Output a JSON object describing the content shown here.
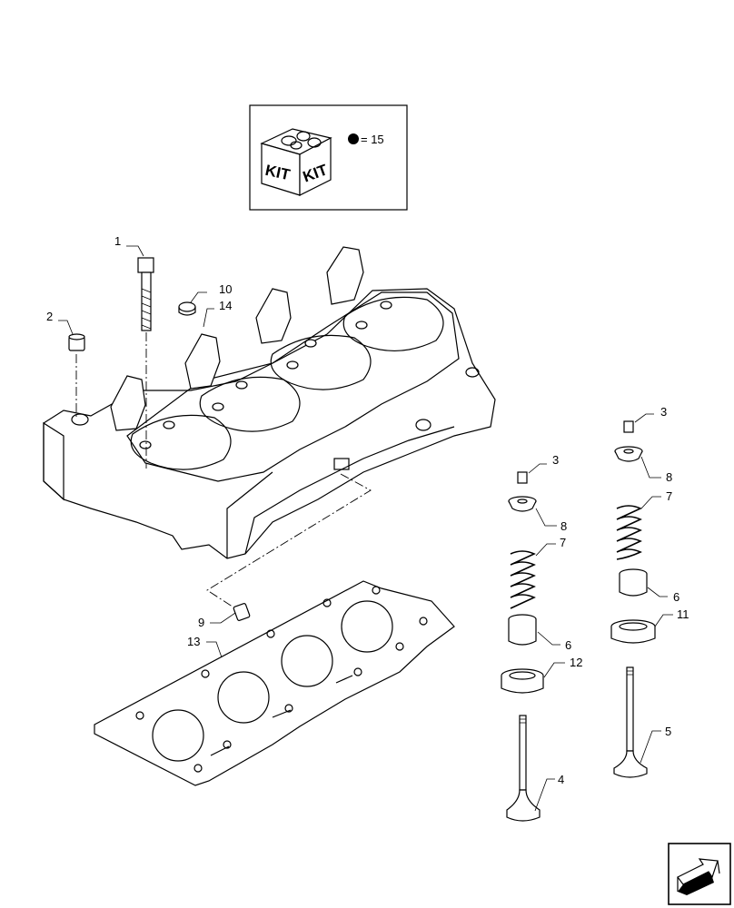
{
  "kit_box": {
    "top_text": "KIT",
    "side_text": "KIT",
    "equals_label": "= 15"
  },
  "callouts": [
    {
      "id": "c1",
      "text": "1"
    },
    {
      "id": "c2",
      "text": "2"
    },
    {
      "id": "c10",
      "text": "10"
    },
    {
      "id": "c14",
      "text": "14"
    },
    {
      "id": "c3a",
      "text": "3"
    },
    {
      "id": "c3b",
      "text": "3"
    },
    {
      "id": "c8a",
      "text": "8"
    },
    {
      "id": "c8b",
      "text": "8"
    },
    {
      "id": "c7a",
      "text": "7"
    },
    {
      "id": "c7b",
      "text": "7"
    },
    {
      "id": "c6a",
      "text": "6"
    },
    {
      "id": "c6b",
      "text": "6"
    },
    {
      "id": "c11",
      "text": "11"
    },
    {
      "id": "c12",
      "text": "12"
    },
    {
      "id": "c5",
      "text": "5"
    },
    {
      "id": "c4",
      "text": "4"
    },
    {
      "id": "c9",
      "text": "9"
    },
    {
      "id": "c13",
      "text": "13"
    }
  ]
}
